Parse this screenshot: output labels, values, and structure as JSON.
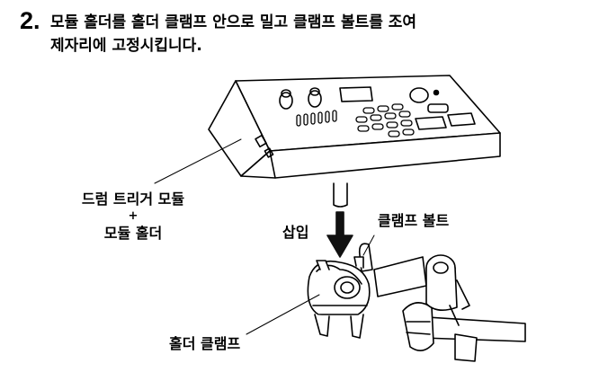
{
  "step": {
    "number": "2.",
    "line1": "모듈 홀더를 홀더 클램프 안으로 밀고 클램프 볼트를 조여",
    "line2": "제자리에 고정시킵니다."
  },
  "labels": {
    "module_line1": "드럼 트리거 모듈",
    "module_plus": "+",
    "module_line2": "모듈 홀더",
    "insert": "삽입",
    "clamp_bolt": "클램프 볼트",
    "holder_clamp": "홀더 클램프"
  },
  "colors": {
    "line": "#000000",
    "fill": "#ffffff",
    "arrow": "#111111"
  }
}
